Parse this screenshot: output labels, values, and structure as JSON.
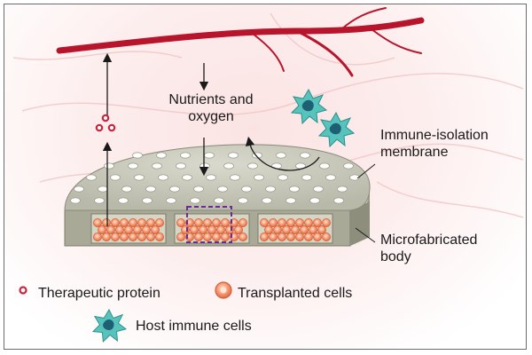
{
  "labels": {
    "nutrients": "Nutrients and\noxygen",
    "membrane": "Immune-isolation\nmembrane",
    "body": "Microfabricated\nbody"
  },
  "legend": {
    "protein": "Therapeutic protein",
    "cells": "Transplanted cells",
    "immune": "Host immune cells"
  },
  "colors": {
    "vessel": "#b8142c",
    "protein": "#c8253c",
    "cell_fill": "#f28a62",
    "cell_core": "#ffd9c4",
    "immune": "#3fb6b0",
    "membrane": "#c9c9bb",
    "body_side": "#9c9c8a",
    "highlight_box": "#6a2c91"
  },
  "icons": {
    "protein": "red-dot-icon",
    "cells": "transplanted-cell-icon",
    "immune": "immune-cell-icon"
  }
}
